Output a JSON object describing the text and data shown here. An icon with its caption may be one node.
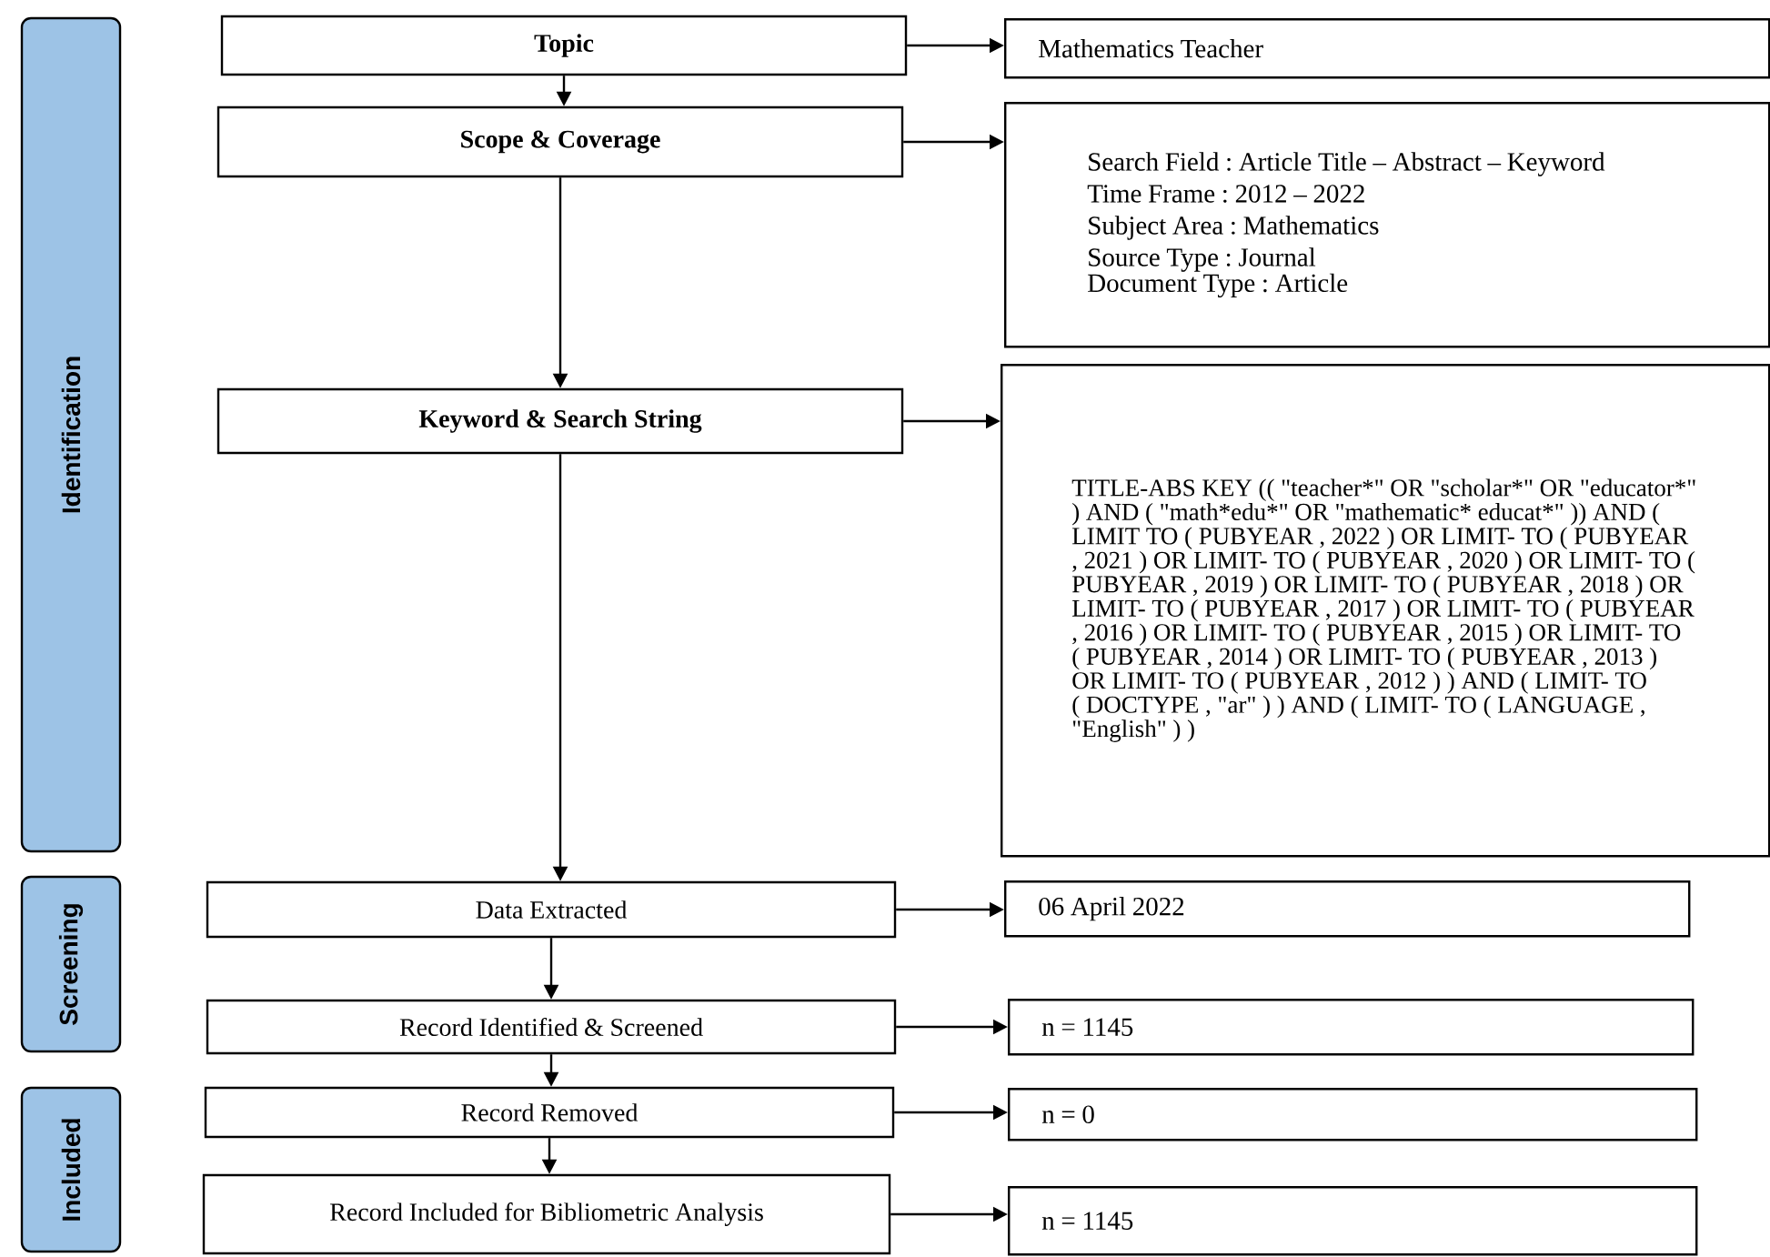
{
  "diagram": {
    "nodes": [
      {
        "text": [
          "Identification"
        ]
      },
      {
        "text": [
          "Screening"
        ]
      },
      {
        "text": [
          "Included"
        ]
      },
      {
        "text": [
          "Topic"
        ]
      },
      {
        "text": [
          "Mathematics Teacher"
        ]
      },
      {
        "text": [
          "Scope & Coverage"
        ]
      },
      {
        "text": [
          "Search Field : Article Title – Abstract – Keyword",
          "Time Frame : 2012 – 2022",
          "Subject Area : Mathematics",
          "Source Type : Journal",
          "Document Type : Article"
        ]
      },
      {
        "text": [
          "Keyword & Search String"
        ]
      },
      {
        "text": [
          "TITLE-ABS KEY (( \"teacher*\" OR \"scholar*\" OR \"educator*\" ) AND ( \"math*edu*\" OR \"mathematic* educat*\" )) AND ( LIMIT TO ( PUBYEAR , 2022 ) OR LIMIT- TO ( PUBYEAR , 2021 ) OR LIMIT- TO ( PUBYEAR , 2020 ) OR LIMIT- TO ( PUBYEAR , 2019 ) OR LIMIT- TO ( PUBYEAR , 2018 ) OR LIMIT- TO ( PUBYEAR , 2017 ) OR LIMIT- TO ( PUBYEAR , 2016 ) OR LIMIT- TO ( PUBYEAR , 2015 ) OR LIMIT- TO ( PUBYEAR , 2014 ) OR LIMIT- TO ( PUBYEAR , 2013 ) OR LIMIT- TO ( PUBYEAR , 2012 ) ) AND ( LIMIT- TO ( DOCTYPE , \"ar\" ) ) AND ( LIMIT- TO ( LANGUAGE , \"English\" ) )"
        ]
      },
      {
        "text": [
          "Data Extracted"
        ]
      },
      {
        "text": [
          "06 April 2022"
        ]
      },
      {
        "text": [
          "Record Identified & Screened"
        ]
      },
      {
        "text": [
          "n = 1145"
        ]
      },
      {
        "text": [
          "Record Removed"
        ]
      },
      {
        "text": [
          "n = 0"
        ]
      },
      {
        "text": [
          "Record Included for Bibliometric Analysis"
        ]
      },
      {
        "text": [
          "n = 1145"
        ]
      }
    ],
    "edges": [
      {
        "from": 3,
        "to": 4,
        "arrow": "to"
      },
      {
        "from": 3,
        "to": 5,
        "arrow": "to"
      },
      {
        "from": 5,
        "to": 6,
        "arrow": "to"
      },
      {
        "from": 5,
        "to": 7,
        "arrow": "to"
      },
      {
        "from": 7,
        "to": 8,
        "arrow": "to"
      },
      {
        "from": 7,
        "to": 9,
        "arrow": "to"
      },
      {
        "from": 9,
        "to": 10,
        "arrow": "to"
      },
      {
        "from": 9,
        "to": 11,
        "arrow": "to"
      },
      {
        "from": 11,
        "to": 12,
        "arrow": "to"
      },
      {
        "from": 11,
        "to": 13,
        "arrow": "to"
      },
      {
        "from": 13,
        "to": 14,
        "arrow": "to"
      },
      {
        "from": 13,
        "to": 15,
        "arrow": "to"
      },
      {
        "from": 15,
        "to": 16,
        "arrow": "to"
      }
    ]
  }
}
